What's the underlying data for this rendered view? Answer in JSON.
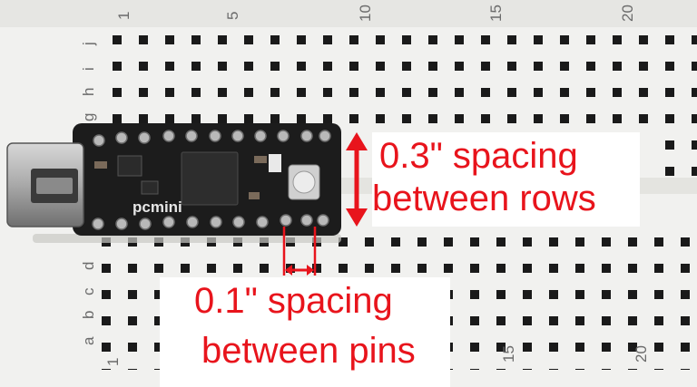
{
  "breadboard": {
    "column_numbers_top": [
      "1",
      "5",
      "10",
      "15",
      "20"
    ],
    "column_numbers_bottom": [
      "1",
      "15",
      "20"
    ],
    "row_letters": [
      "j",
      "i",
      "h",
      "g",
      "d",
      "c",
      "b",
      "a"
    ]
  },
  "board": {
    "silkscreen": "pcmini"
  },
  "annotations": {
    "rows_line1": "0.3\" spacing",
    "rows_line2": "between rows",
    "pins_line1": "0.1\" spacing",
    "pins_line2": "between pins"
  },
  "colors": {
    "annotation": "#e8141c",
    "breadboard": "#f1f1ef",
    "board": "#1c1c1c"
  }
}
